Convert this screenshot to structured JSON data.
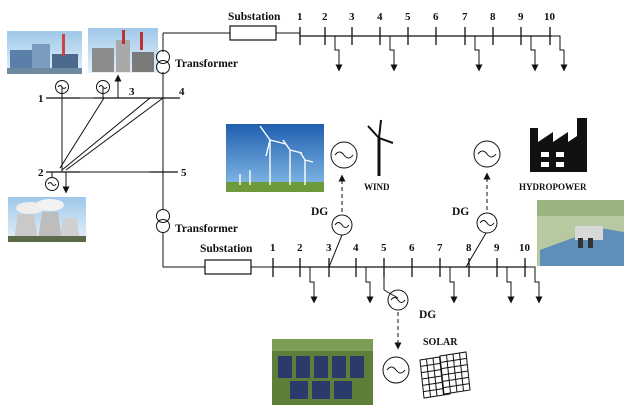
{
  "labels": {
    "substation_top": "Substation",
    "substation_bottom": "Substation",
    "transformer_top": "Transformer",
    "transformer_bottom": "Transformer",
    "dg_wind": "DG",
    "dg_hydro": "DG",
    "dg_solar": "DG",
    "wind": "WIND",
    "hydropower": "HYDROPOWER",
    "solar": "SOLAR"
  },
  "top_feeder_buses": [
    "1",
    "2",
    "3",
    "4",
    "5",
    "6",
    "7",
    "8",
    "9",
    "10"
  ],
  "bottom_feeder_buses": [
    "1",
    "2",
    "3",
    "4",
    "5",
    "6",
    "7",
    "8",
    "9",
    "10"
  ],
  "transmission_buses": [
    "1",
    "2",
    "3",
    "4",
    "5"
  ],
  "colors": {
    "line": "#111111",
    "sky": "#3f86d0",
    "grass": "#6f9a3c",
    "solar_panel": "#2a3a6a"
  },
  "icons": [
    "generator-icon",
    "wind-turbine-icon",
    "factory-icon",
    "solar-panel-icon",
    "transformer-icon",
    "load-arrow-icon"
  ]
}
